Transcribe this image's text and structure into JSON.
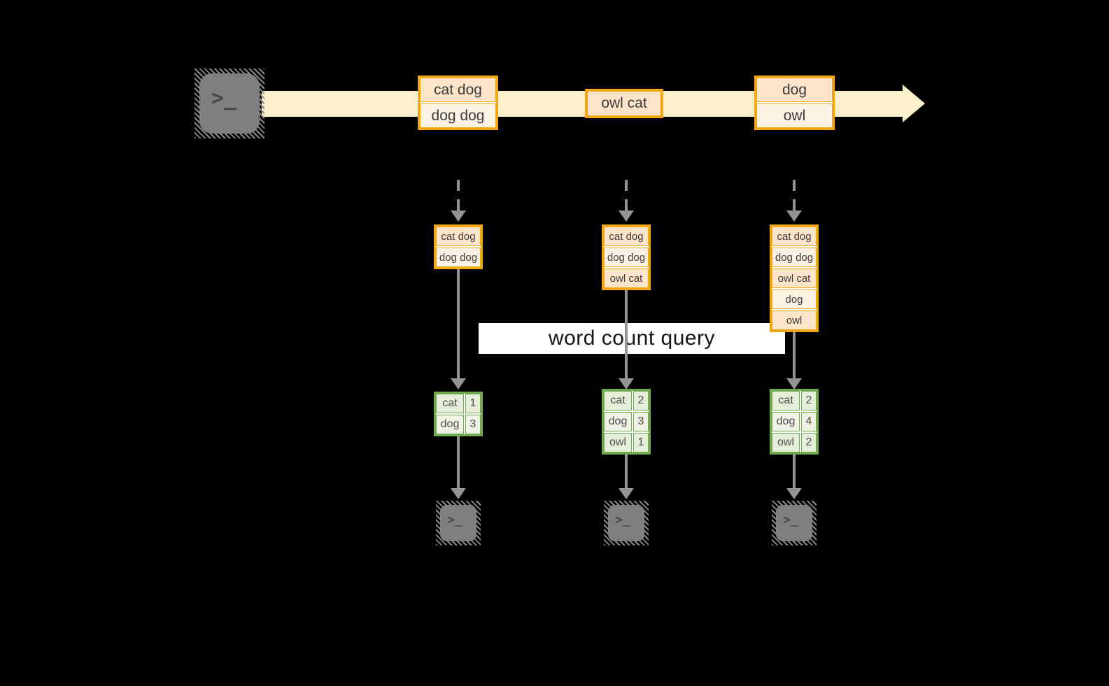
{
  "query_label": "word count query",
  "stream": {
    "groups": [
      {
        "rows": [
          "cat dog",
          "dog dog"
        ]
      },
      {
        "rows": [
          "owl cat"
        ]
      },
      {
        "rows": [
          "dog",
          "owl"
        ]
      }
    ]
  },
  "columns": [
    {
      "buffer": [
        "cat dog",
        "dog dog"
      ],
      "counts": [
        {
          "word": "cat",
          "count": "1"
        },
        {
          "word": "dog",
          "count": "3"
        }
      ]
    },
    {
      "buffer": [
        "cat dog",
        "dog dog",
        "owl cat"
      ],
      "counts": [
        {
          "word": "cat",
          "count": "2"
        },
        {
          "word": "dog",
          "count": "3"
        },
        {
          "word": "owl",
          "count": "1"
        }
      ]
    },
    {
      "buffer": [
        "cat dog",
        "dog dog",
        "owl cat",
        "dog",
        "owl"
      ],
      "counts": [
        {
          "word": "cat",
          "count": "2"
        },
        {
          "word": "dog",
          "count": "4"
        },
        {
          "word": "owl",
          "count": "2"
        }
      ]
    }
  ],
  "icons": {
    "terminal_prompt": ">_"
  },
  "colors": {
    "accent_orange": "#f0a712",
    "accent_green": "#6faa50",
    "band_yellow": "#fcf0cc",
    "arrow_gray": "#949494"
  }
}
